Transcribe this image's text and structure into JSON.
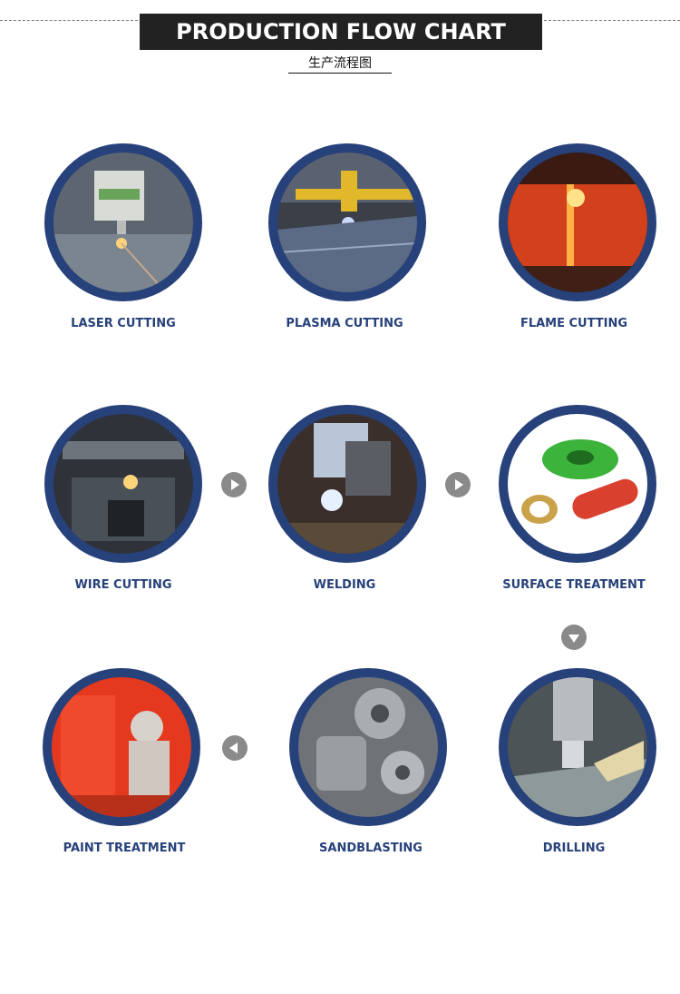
{
  "header": {
    "title": "PRODUCTION FLOW CHART",
    "subtitle": "生产流程图"
  },
  "steps": [
    {
      "label": "LASER CUTTING",
      "icon": "laser-cutting-photo"
    },
    {
      "label": "PLASMA CUTTING",
      "icon": "plasma-cutting-photo"
    },
    {
      "label": "FLAME CUTTING",
      "icon": "flame-cutting-photo"
    },
    {
      "label": "WIRE CUTTING",
      "icon": "wire-cutting-photo"
    },
    {
      "label": "WELDING",
      "icon": "welding-photo"
    },
    {
      "label": "SURFACE TREATMENT",
      "icon": "surface-treatment-photo"
    },
    {
      "label": "PAINT TREATMENT",
      "icon": "paint-treatment-photo"
    },
    {
      "label": "SANDBLASTING",
      "icon": "sandblasting-photo"
    },
    {
      "label": "DRILLING",
      "icon": "drilling-photo"
    }
  ],
  "arrows": [
    "arrow-right-icon",
    "arrow-right-icon",
    "arrow-down-icon",
    "arrow-left-icon"
  ],
  "colors": {
    "circle_ring": "#27417a",
    "label": "#27417a",
    "title_bg": "#222222",
    "arrow": "#8a8a8a"
  }
}
